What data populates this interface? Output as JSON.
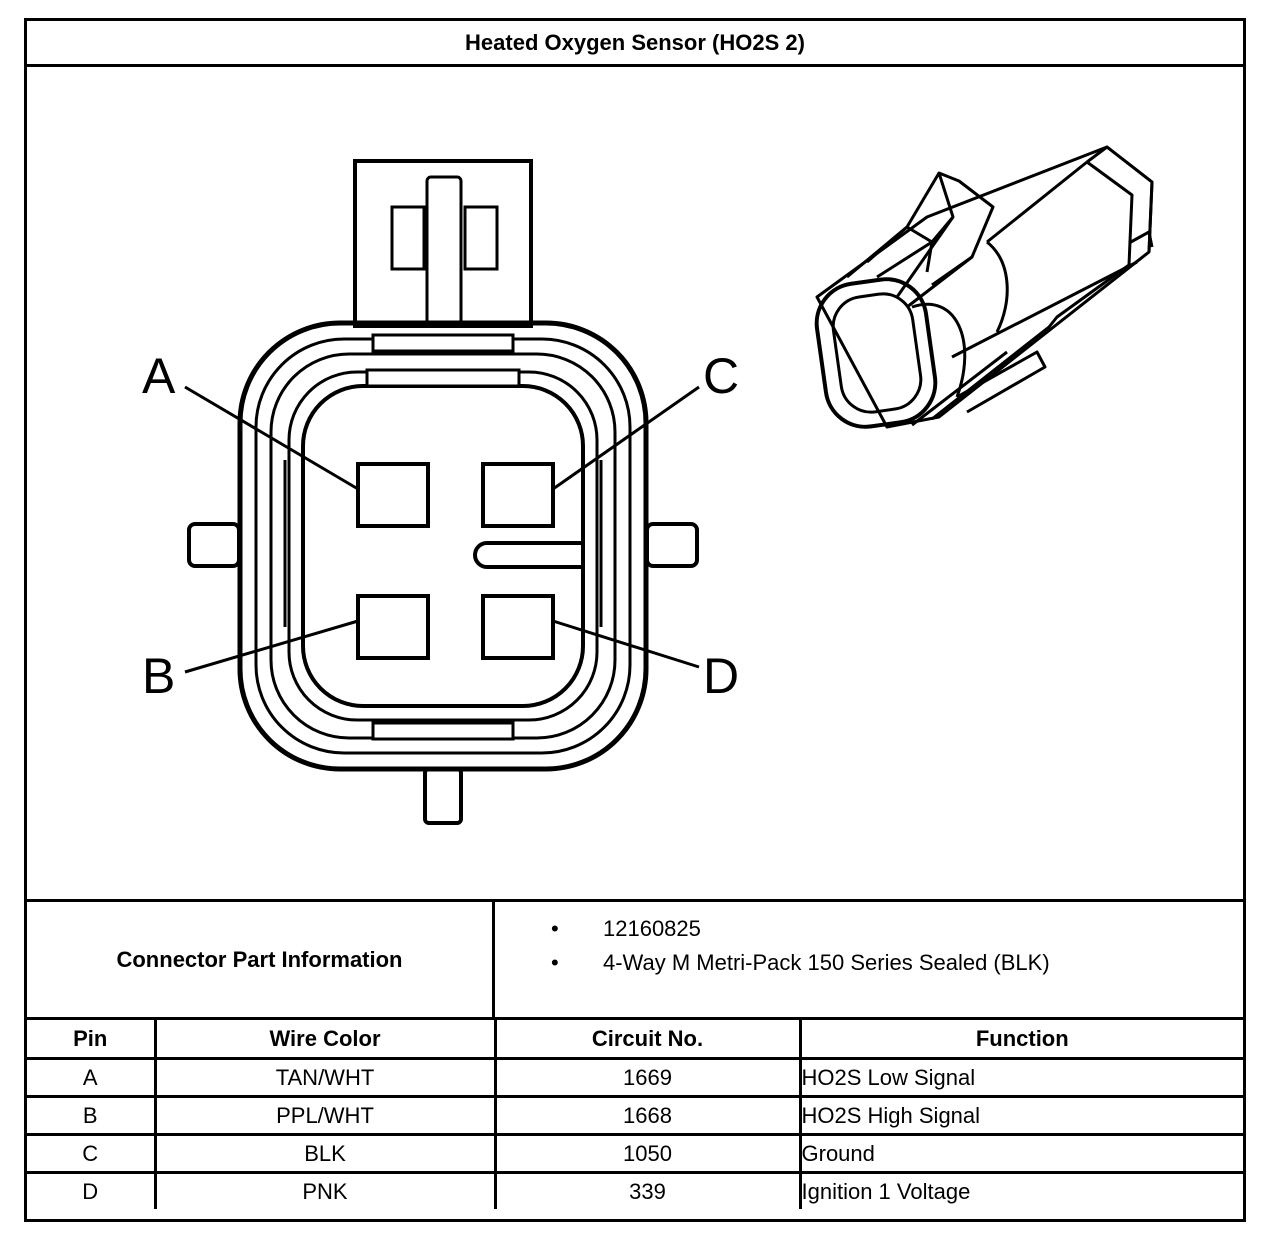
{
  "title": "Heated Oxygen Sensor (HO2S 2)",
  "diagram": {
    "pin_labels": [
      "A",
      "B",
      "C",
      "D"
    ]
  },
  "connector_info": {
    "label": "Connector Part Information",
    "items": [
      "12160825",
      "4-Way M Metri-Pack 150 Series Sealed (BLK)"
    ]
  },
  "pin_table": {
    "headers": [
      "Pin",
      "Wire Color",
      "Circuit No.",
      "Function"
    ],
    "rows": [
      [
        "A",
        "TAN/WHT",
        "1669",
        "HO2S Low Signal"
      ],
      [
        "B",
        "PPL/WHT",
        "1668",
        "HO2S High Signal"
      ],
      [
        "C",
        "BLK",
        "1050",
        "Ground"
      ],
      [
        "D",
        "PNK",
        "339",
        "Ignition 1 Voltage"
      ]
    ]
  }
}
